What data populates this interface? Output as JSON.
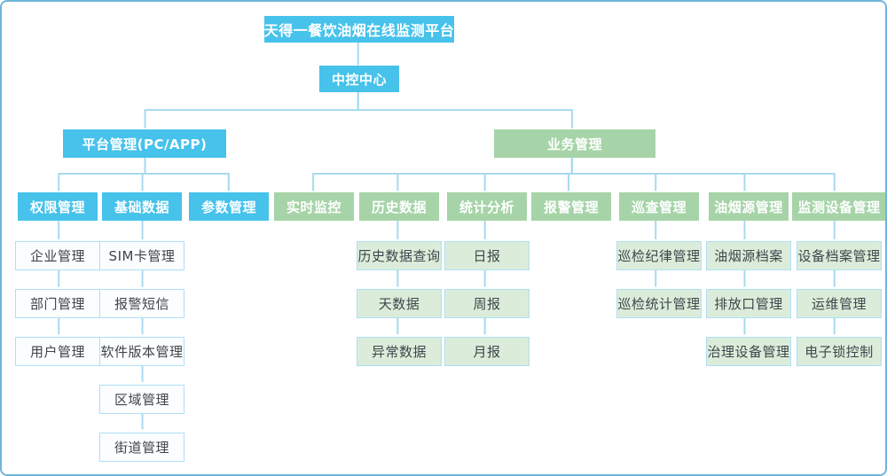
{
  "diagram_title": "天得一餐饮油烟在线监测平台",
  "nodes": {
    "root": {
      "label": "天得一餐饮油烟在线监测平台",
      "parent": null
    },
    "control_center": {
      "label": "中控中心",
      "parent": "root"
    },
    "platform_mgmt": {
      "label": "平台管理(PC/APP)",
      "parent": "control_center"
    },
    "business_mgmt": {
      "label": "业务管理",
      "parent": "control_center"
    },
    "auth_mgmt": {
      "label": "权限管理",
      "parent": "platform_mgmt"
    },
    "basic_data": {
      "label": "基础数据",
      "parent": "platform_mgmt"
    },
    "param_mgmt": {
      "label": "参数管理",
      "parent": "platform_mgmt"
    },
    "realtime_monitor": {
      "label": "实时监控",
      "parent": "business_mgmt"
    },
    "history_data": {
      "label": "历史数据",
      "parent": "business_mgmt"
    },
    "stats_analysis": {
      "label": "统计分析",
      "parent": "business_mgmt"
    },
    "alarm_mgmt": {
      "label": "报警管理",
      "parent": "business_mgmt"
    },
    "patrol_mgmt": {
      "label": "巡查管理",
      "parent": "business_mgmt"
    },
    "fume_source_mgmt": {
      "label": "油烟源管理",
      "parent": "business_mgmt"
    },
    "device_mgmt": {
      "label": "监测设备管理",
      "parent": "business_mgmt"
    },
    "enterprise_mgmt": {
      "label": "企业管理",
      "parent": "auth_mgmt"
    },
    "dept_mgmt": {
      "label": "部门管理",
      "parent": "enterprise_mgmt"
    },
    "user_mgmt": {
      "label": "用户管理",
      "parent": "dept_mgmt"
    },
    "sim_card_mgmt": {
      "label": "SIM卡管理",
      "parent": "basic_data"
    },
    "alarm_sms": {
      "label": "报警短信",
      "parent": "sim_card_mgmt"
    },
    "software_version_mgmt": {
      "label": "软件版本管理",
      "parent": "alarm_sms"
    },
    "region_mgmt": {
      "label": "区域管理",
      "parent": "software_version_mgmt"
    },
    "street_mgmt": {
      "label": "街道管理",
      "parent": "region_mgmt"
    },
    "history_query": {
      "label": "历史数据查询",
      "parent": "history_data"
    },
    "day_data": {
      "label": "天数据",
      "parent": "history_query"
    },
    "abnormal_data": {
      "label": "异常数据",
      "parent": "day_data"
    },
    "daily_report": {
      "label": "日报",
      "parent": "stats_analysis"
    },
    "weekly_report": {
      "label": "周报",
      "parent": "daily_report"
    },
    "monthly_report": {
      "label": "月报",
      "parent": "weekly_report"
    },
    "patrol_discipline_mgmt": {
      "label": "巡检纪律管理",
      "parent": "patrol_mgmt"
    },
    "patrol_stats_mgmt": {
      "label": "巡检统计管理",
      "parent": "patrol_discipline_mgmt"
    },
    "fume_source_archive": {
      "label": "油烟源档案",
      "parent": "fume_source_mgmt"
    },
    "outlet_mgmt": {
      "label": "排放口管理",
      "parent": "fume_source_archive"
    },
    "treatment_device_mgmt": {
      "label": "治理设备管理",
      "parent": "outlet_mgmt"
    },
    "device_archive_mgmt": {
      "label": "设备档案管理",
      "parent": "device_mgmt"
    },
    "ops_mgmt": {
      "label": "运维管理",
      "parent": "device_archive_mgmt"
    },
    "elock_control": {
      "label": "电子锁控制",
      "parent": "ops_mgmt"
    }
  },
  "colors": {
    "blue": "#46C2EB",
    "green": "#A6D4A8",
    "leaf_blue_bg": "#FBFDFF",
    "leaf_green_bg": "#DBEDDA",
    "leaf_border": "#AEDFF5",
    "line": "#A7D9F0",
    "frame": "#6EB6DA",
    "text_light": "#FFFFFF",
    "text_dark": "#3E454A"
  }
}
